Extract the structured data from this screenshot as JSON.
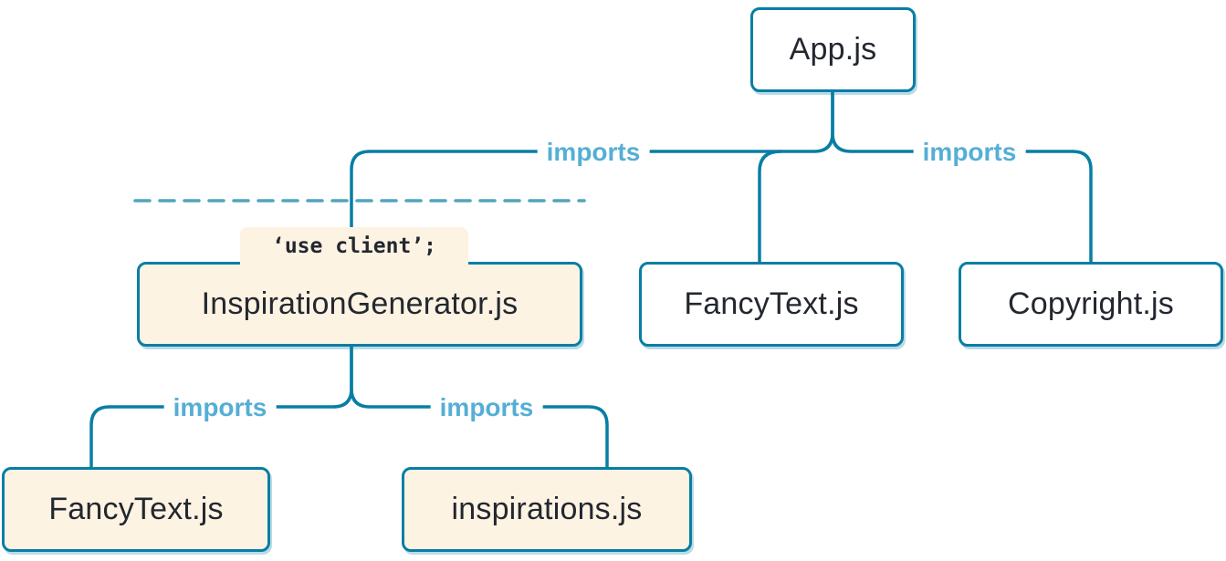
{
  "diagram": {
    "description": "Module dependency tree with a 'use client' boundary",
    "colors": {
      "line": "#087ea4",
      "edge_label": "#55aed6",
      "client_box_bg": "#fdf3e3",
      "server_box_bg": "#ffffff",
      "box_border": "#087ea4",
      "box_text": "#23272f"
    },
    "nodes": {
      "app": {
        "label": "App.js",
        "type": "server"
      },
      "inspiration_generator": {
        "label": "InspirationGenerator.js",
        "type": "client",
        "directive": "‘use client’;"
      },
      "fancytext_top": {
        "label": "FancyText.js",
        "type": "server"
      },
      "copyright": {
        "label": "Copyright.js",
        "type": "server"
      },
      "fancytext_bottom": {
        "label": "FancyText.js",
        "type": "client"
      },
      "inspirations": {
        "label": "inspirations.js",
        "type": "client"
      }
    },
    "edges": {
      "app_to_inspiration_generator": {
        "label": "imports"
      },
      "app_to_fancytext": {
        "label": ""
      },
      "app_to_copyright": {
        "label": "imports"
      },
      "generator_to_fancytext": {
        "label": "imports"
      },
      "generator_to_inspirations": {
        "label": "imports"
      }
    },
    "boundary": {
      "style": "dashed",
      "meaning": "client boundary"
    }
  }
}
